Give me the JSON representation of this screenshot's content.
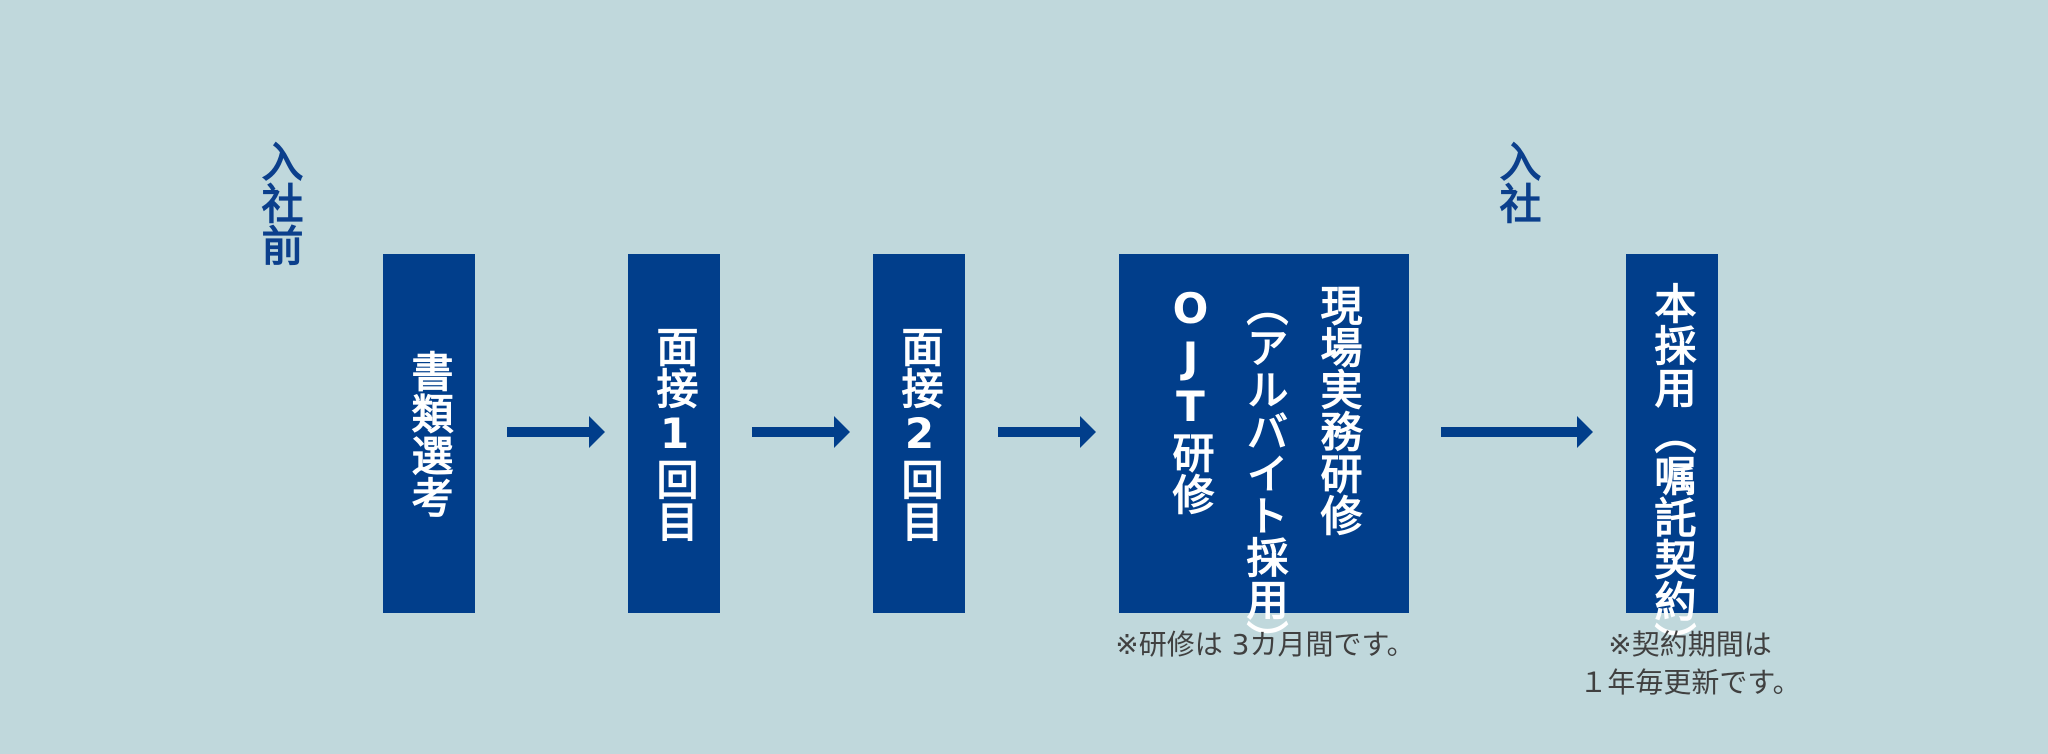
{
  "phases": {
    "pre": "入社前",
    "join": "入社"
  },
  "steps": {
    "document_screening": "書類選考",
    "interview_1": "面接1回目",
    "interview_2": "面接2回目",
    "training_main": "現場実務研修",
    "training_paren": "（アルバイト採用）",
    "training_ojt": "OJT研修",
    "hire_main": "本採用",
    "hire_paren": "（嘱託契約）"
  },
  "notes": {
    "training_duration": "※研修は 3カ月間です。",
    "contract_line1": "※契約期間は",
    "contract_line2": "１年毎更新です。"
  },
  "colors": {
    "background": "#c0d8dc",
    "accent": "#013e8b",
    "note_text": "#404040"
  }
}
